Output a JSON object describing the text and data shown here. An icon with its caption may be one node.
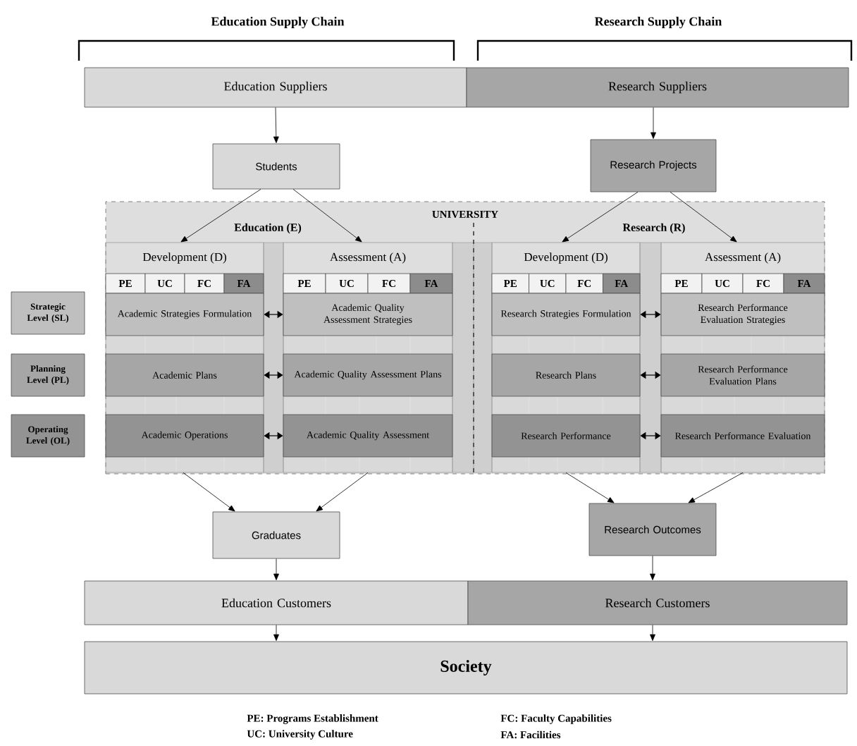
{
  "diagram": {
    "nodes": [
      {
        "text": [
          "Education Suppliers"
        ]
      },
      {
        "text": [
          "Research Suppliers"
        ]
      },
      {
        "text": [
          "Students"
        ]
      },
      {
        "text": [
          "Research Projects"
        ]
      },
      {
        "text": [
          "UNIVERSITY"
        ]
      },
      {
        "text": [
          "Development (D)"
        ],
        "in": 4
      },
      {
        "text": [
          "PE"
        ],
        "in": 5
      },
      {
        "text": [
          "UC"
        ],
        "in": 5
      },
      {
        "text": [
          "FC"
        ],
        "in": 5
      },
      {
        "text": [
          "FA"
        ],
        "in": 5
      },
      {
        "text": [
          "Academic Strategies Formulation"
        ],
        "in": 5
      },
      {
        "text": [
          "Academic Plans"
        ],
        "in": 5
      },
      {
        "text": [
          "Academic Operations"
        ],
        "in": 5
      },
      {
        "text": [
          "Assessment (A)"
        ],
        "in": 4
      },
      {
        "text": [
          "PE"
        ],
        "in": 13
      },
      {
        "text": [
          "UC"
        ],
        "in": 13
      },
      {
        "text": [
          "FC"
        ],
        "in": 13
      },
      {
        "text": [
          "FA"
        ],
        "in": 13
      },
      {
        "text": [
          "Academic Quality Assessment Strategies"
        ],
        "in": 13
      },
      {
        "text": [
          "Academic Quality Assessment Plans"
        ],
        "in": 13
      },
      {
        "text": [
          "Academic Quality Assessment"
        ],
        "in": 13
      },
      {
        "text": [
          "Development (D)"
        ],
        "in": 4
      },
      {
        "text": [
          "PE"
        ],
        "in": 21
      },
      {
        "text": [
          "UC"
        ],
        "in": 21
      },
      {
        "text": [
          "FC"
        ],
        "in": 21
      },
      {
        "text": [
          "FA"
        ],
        "in": 21
      },
      {
        "text": [
          "Research Strategies Formulation"
        ],
        "in": 21
      },
      {
        "text": [
          "Research Plans"
        ],
        "in": 21
      },
      {
        "text": [
          "Research Performance"
        ],
        "in": 21
      },
      {
        "text": [
          "Assessment (A)"
        ],
        "in": 4
      },
      {
        "text": [
          "PE"
        ],
        "in": 29
      },
      {
        "text": [
          "UC"
        ],
        "in": 29
      },
      {
        "text": [
          "FC"
        ],
        "in": 29
      },
      {
        "text": [
          "FA"
        ],
        "in": 29
      },
      {
        "text": [
          "Research Performance Evaluation Strategies"
        ],
        "in": 29
      },
      {
        "text": [
          "Research Performance Evaluation Plans"
        ],
        "in": 29
      },
      {
        "text": [
          "Research Performance Evaluation"
        ],
        "in": 29
      },
      {
        "text": [
          "Strategic Level (SL)"
        ]
      },
      {
        "text": [
          "Planning Level (PL)"
        ]
      },
      {
        "text": [
          "Operating Level (OL)"
        ]
      },
      {
        "text": [
          "Graduates"
        ]
      },
      {
        "text": [
          "Research Outcomes"
        ]
      },
      {
        "text": [
          "Education Customers"
        ]
      },
      {
        "text": [
          "Research Customers"
        ]
      },
      {
        "text": [
          "Society"
        ]
      }
    ],
    "edges": [
      {
        "from": 0,
        "to": 2,
        "arrow": "to"
      },
      {
        "from": 1,
        "to": 3,
        "arrow": "to"
      },
      {
        "from": 2,
        "to": 5,
        "arrow": "to"
      },
      {
        "from": 2,
        "to": 13,
        "arrow": "to"
      },
      {
        "from": 3,
        "to": 21,
        "arrow": "to"
      },
      {
        "from": 3,
        "to": 29,
        "arrow": "to"
      },
      {
        "from": 10,
        "to": 18,
        "arrow": "both"
      },
      {
        "from": 11,
        "to": 19,
        "arrow": "both"
      },
      {
        "from": 12,
        "to": 20,
        "arrow": "both"
      },
      {
        "from": 26,
        "to": 34,
        "arrow": "both"
      },
      {
        "from": 27,
        "to": 35,
        "arrow": "both"
      },
      {
        "from": 28,
        "to": 36,
        "arrow": "both"
      },
      {
        "from": 5,
        "to": 40,
        "arrow": "to"
      },
      {
        "from": 13,
        "to": 40,
        "arrow": "to"
      },
      {
        "from": 21,
        "to": 41,
        "arrow": "to"
      },
      {
        "from": 29,
        "to": 41,
        "arrow": "to"
      },
      {
        "from": 40,
        "to": 42,
        "arrow": "to"
      },
      {
        "from": 41,
        "to": 43,
        "arrow": "to"
      },
      {
        "from": 42,
        "to": 44,
        "arrow": "to"
      },
      {
        "from": 43,
        "to": 44,
        "arrow": "to"
      }
    ],
    "labels": [
      "Education Supply Chain",
      "Research Supply Chain",
      "Education (E)",
      "Research (R)",
      "PE: Programs Establishment",
      "FC: Faculty Capabilities",
      "UC: University Culture",
      "FA: Facilities"
    ]
  }
}
